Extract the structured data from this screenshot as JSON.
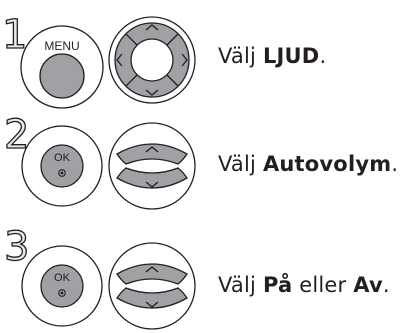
{
  "steps": [
    {
      "number": "1",
      "left_button": {
        "label": "MENU",
        "icon": "menu-button-icon"
      },
      "right_control": {
        "icon": "four-way-navigation-pad-icon"
      },
      "instruction": {
        "prefix": "Välj ",
        "bold": "LJUD",
        "suffix": "."
      }
    },
    {
      "number": "2",
      "left_button": {
        "label": "OK",
        "icon": "ok-button-icon"
      },
      "right_control": {
        "icon": "up-down-navigation-buttons-icon"
      },
      "instruction": {
        "prefix": "Välj ",
        "bold": "Autovolym",
        "suffix": "."
      }
    },
    {
      "number": "3",
      "left_button": {
        "label": "OK",
        "icon": "ok-button-icon"
      },
      "right_control": {
        "icon": "up-down-navigation-buttons-icon"
      },
      "instruction": {
        "prefix": "Välj ",
        "bold": "På",
        "middle": " eller ",
        "bold2": "Av",
        "suffix": "."
      }
    }
  ],
  "colors": {
    "button_fill": "#9fa1a4",
    "outline": "#231f20",
    "number_fill": "#e8e8e8"
  }
}
